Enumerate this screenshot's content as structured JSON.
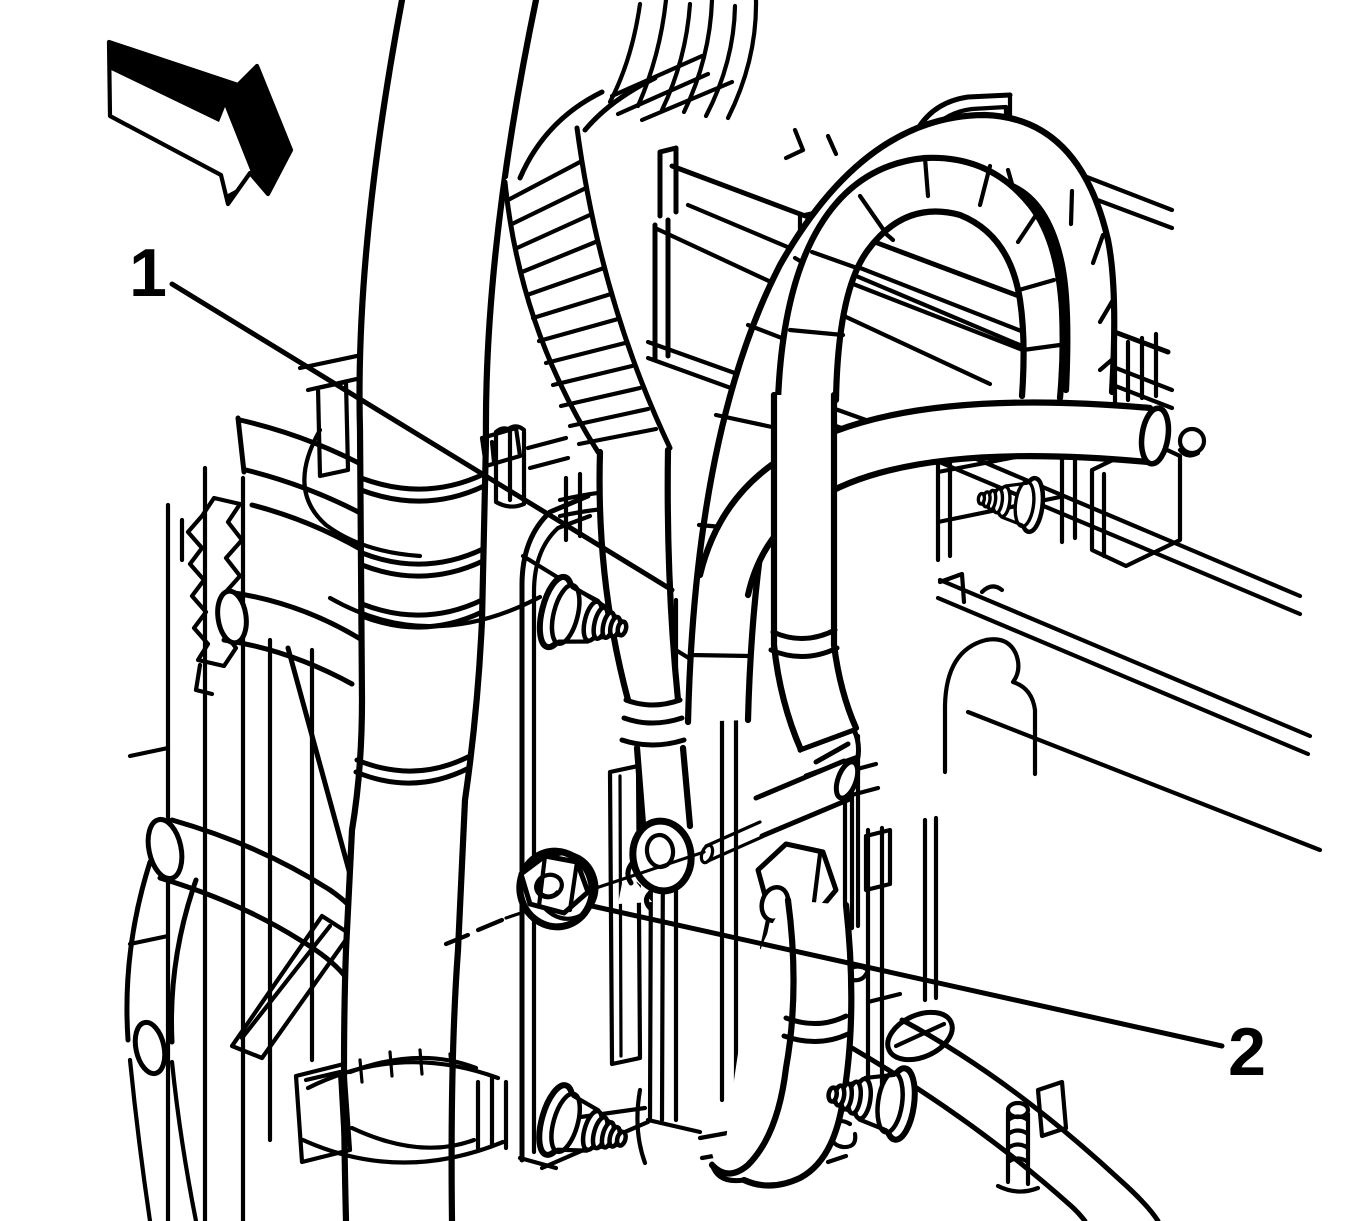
{
  "figure": {
    "kind": "technical-line-illustration",
    "background_color": "#ffffff",
    "line_color": "#000000",
    "direction_arrow": {
      "style": "3d-block-arrow",
      "points": "down-right"
    },
    "callouts": [
      {
        "label": "1"
      },
      {
        "label": "2"
      }
    ]
  }
}
